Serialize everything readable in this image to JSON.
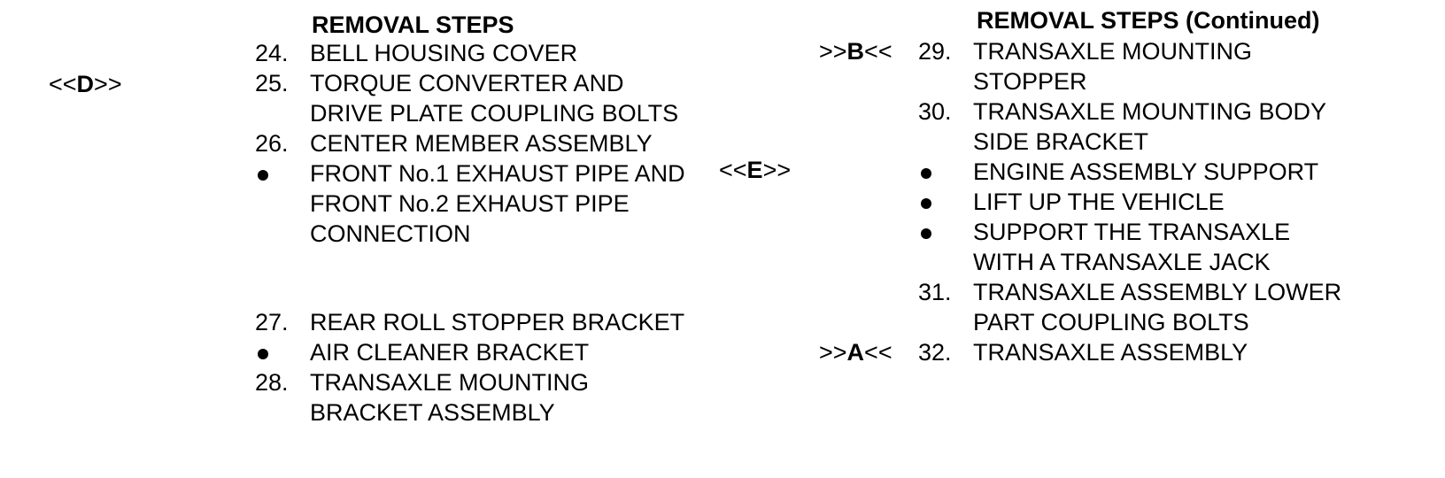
{
  "page": {
    "background": "#ffffff",
    "text_color": "#000000"
  },
  "left_column": {
    "heading": "REMOVAL STEPS",
    "marker_d": {
      "prefix": "<<",
      "letter": "D",
      "suffix": ">>"
    },
    "steps_block1": [
      {
        "num": "24.",
        "text": "BELL HOUSING COVER"
      },
      {
        "num": "25.",
        "text": "TORQUE CONVERTER AND"
      },
      {
        "num": "",
        "text": "DRIVE PLATE COUPLING BOLTS"
      },
      {
        "num": "26.",
        "text": "CENTER MEMBER ASSEMBLY"
      },
      {
        "bullet": true,
        "num": "",
        "text": "FRONT No.1 EXHAUST PIPE AND"
      },
      {
        "num": "",
        "text": "FRONT No.2 EXHAUST PIPE"
      },
      {
        "num": "",
        "text": "CONNECTION"
      }
    ],
    "steps_block2": [
      {
        "num": "27.",
        "text": "REAR ROLL STOPPER BRACKET"
      },
      {
        "bullet": true,
        "num": "",
        "text": "AIR CLEANER BRACKET"
      },
      {
        "num": "28.",
        "text": "TRANSAXLE MOUNTING"
      },
      {
        "num": "",
        "text": "BRACKET ASSEMBLY"
      }
    ]
  },
  "right_column": {
    "heading": "REMOVAL STEPS (Continued)",
    "marker_b": {
      "prefix": ">>",
      "letter": "B",
      "suffix": "<<"
    },
    "marker_e": {
      "prefix": "<<",
      "letter": "E",
      "suffix": ">>"
    },
    "marker_a": {
      "prefix": ">>",
      "letter": "A",
      "suffix": "<<"
    },
    "steps": [
      {
        "num": "29.",
        "text": "TRANSAXLE MOUNTING"
      },
      {
        "num": "",
        "text": "STOPPER"
      },
      {
        "num": "30.",
        "text": "TRANSAXLE MOUNTING BODY"
      },
      {
        "num": "",
        "text": "SIDE BRACKET"
      },
      {
        "bullet": true,
        "num": "",
        "text": "ENGINE ASSEMBLY SUPPORT"
      },
      {
        "bullet": true,
        "num": "",
        "text": "LIFT UP THE VEHICLE"
      },
      {
        "bullet": true,
        "num": "",
        "text": "SUPPORT THE TRANSAXLE"
      },
      {
        "num": "",
        "text": "WITH A TRANSAXLE JACK"
      },
      {
        "num": "31.",
        "text": "TRANSAXLE ASSEMBLY LOWER"
      },
      {
        "num": "",
        "text": "PART COUPLING BOLTS"
      },
      {
        "num": "32.",
        "text": "TRANSAXLE ASSEMBLY"
      }
    ]
  }
}
